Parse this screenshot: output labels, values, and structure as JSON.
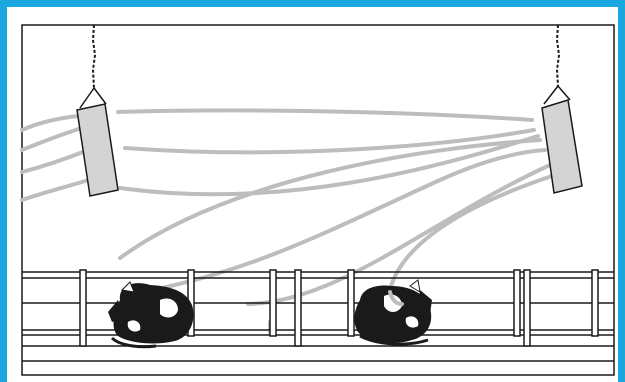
{
  "diagram": {
    "frame_color": "#1aa7e0",
    "line_color": "#1a1a1a",
    "airflow_color": "#bdbdbd",
    "fan_fill": "#d4d4d4",
    "cow_fill": "#1a1a1a",
    "elements": {
      "fans": 2,
      "cows": 2,
      "airflow_streams": 13
    }
  }
}
